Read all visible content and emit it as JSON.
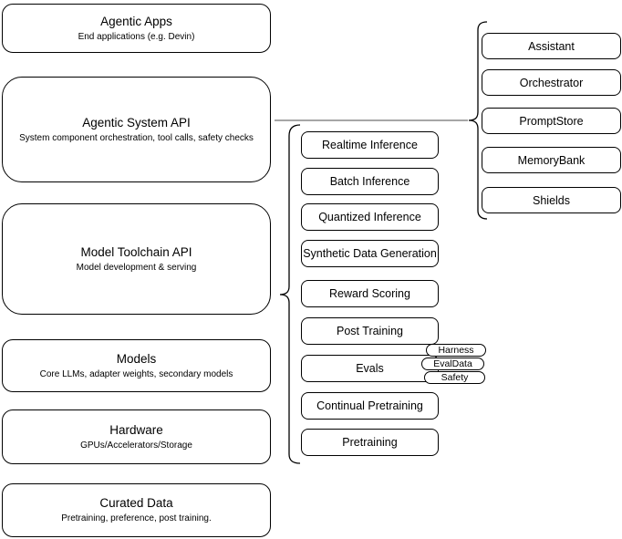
{
  "left_stack": [
    {
      "title": "Agentic Apps",
      "subtitle": "End applications (e.g. Devin)"
    },
    {
      "title": "Agentic System API",
      "subtitle": "System component orchestration, tool calls, safety checks"
    },
    {
      "title": "Model Toolchain API",
      "subtitle": "Model development & serving"
    },
    {
      "title": "Models",
      "subtitle": "Core LLMs, adapter weights, secondary models"
    },
    {
      "title": "Hardware",
      "subtitle": "GPUs/Accelerators/Storage"
    },
    {
      "title": "Curated Data",
      "subtitle": "Pretraining, preference, post training."
    }
  ],
  "toolchain_items": [
    "Realtime Inference",
    "Batch Inference",
    "Quantized Inference",
    "Synthetic Data Generation",
    "Reward Scoring",
    "Post Training",
    "Evals",
    "Continual Pretraining",
    "Pretraining"
  ],
  "eval_tags": [
    "Harness",
    "EvalData",
    "Safety"
  ],
  "system_components": [
    "Assistant",
    "Orchestrator",
    "PromptStore",
    "MemoryBank",
    "Shields"
  ],
  "colors": {
    "stroke": "#000000",
    "fill": "#ffffff",
    "connector": "#4d4d4d"
  }
}
